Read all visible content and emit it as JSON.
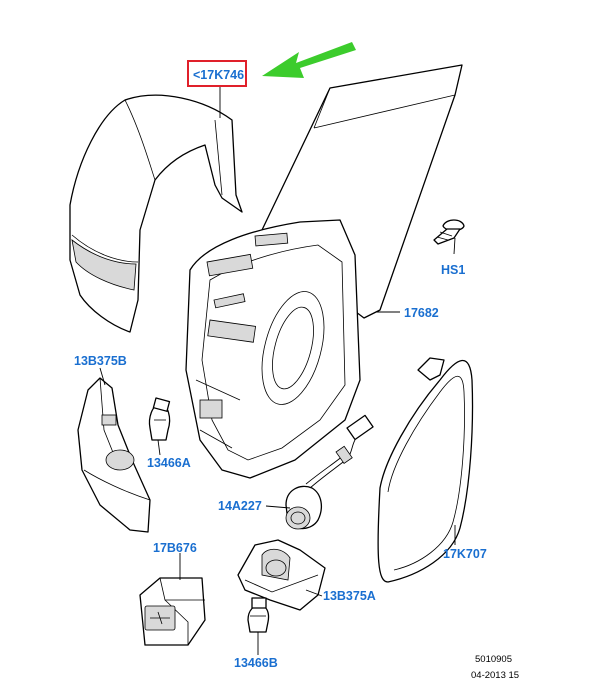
{
  "colors": {
    "label": "#1a6fd0",
    "highlight_box": "#e0202a",
    "arrow": "#3ccc2c",
    "line": "#000000"
  },
  "labels": {
    "mirror_cover": "<17K746",
    "screw": "HS1",
    "mirror_glass_housing": "17682",
    "lamp_housing_left": "13B375B",
    "bulb_left": "13466A",
    "connector": "14A227",
    "mirror_glass": "17K707",
    "switch": "17B676",
    "lamp_housing_bottom": "13B375A",
    "bulb_bottom": "13466B"
  },
  "meta": {
    "doc_number": "5010905",
    "date_code": "04-2013 15"
  }
}
